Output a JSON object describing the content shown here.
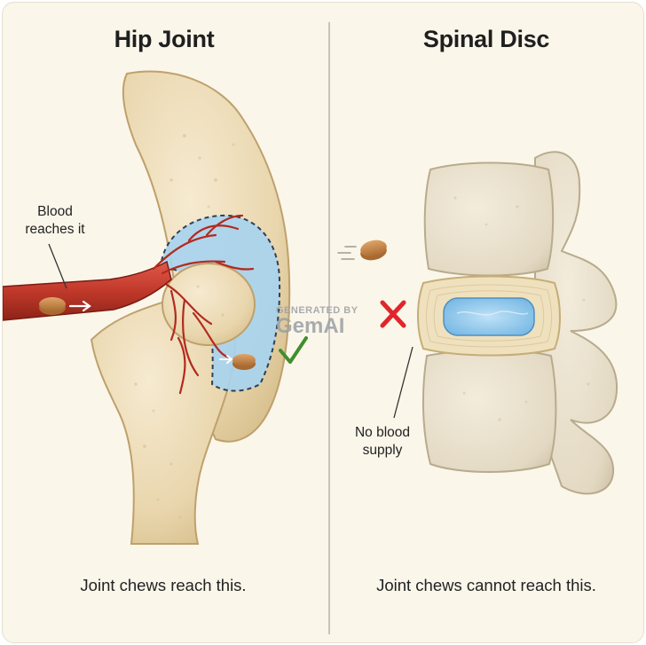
{
  "left_panel": {
    "title": "Hip Joint",
    "label": "Blood reaches it",
    "caption": "Joint chews reach this."
  },
  "right_panel": {
    "title": "Spinal Disc",
    "label": "No blood supply",
    "caption": "Joint chews cannot reach this."
  },
  "watermark": {
    "line1": "GENERATED BY",
    "brand": "GemAI"
  },
  "icons": {
    "left_mark": "checkmark-icon",
    "right_mark": "x-mark-icon"
  },
  "colors": {
    "background": "#fbf6ea",
    "bone": "#ecdcb6",
    "vessel": "#c0392b",
    "cartilage": "#a9d4ef",
    "check": "#3f8f2c",
    "cross": "#e0262a",
    "pill": "#c98a4a"
  }
}
